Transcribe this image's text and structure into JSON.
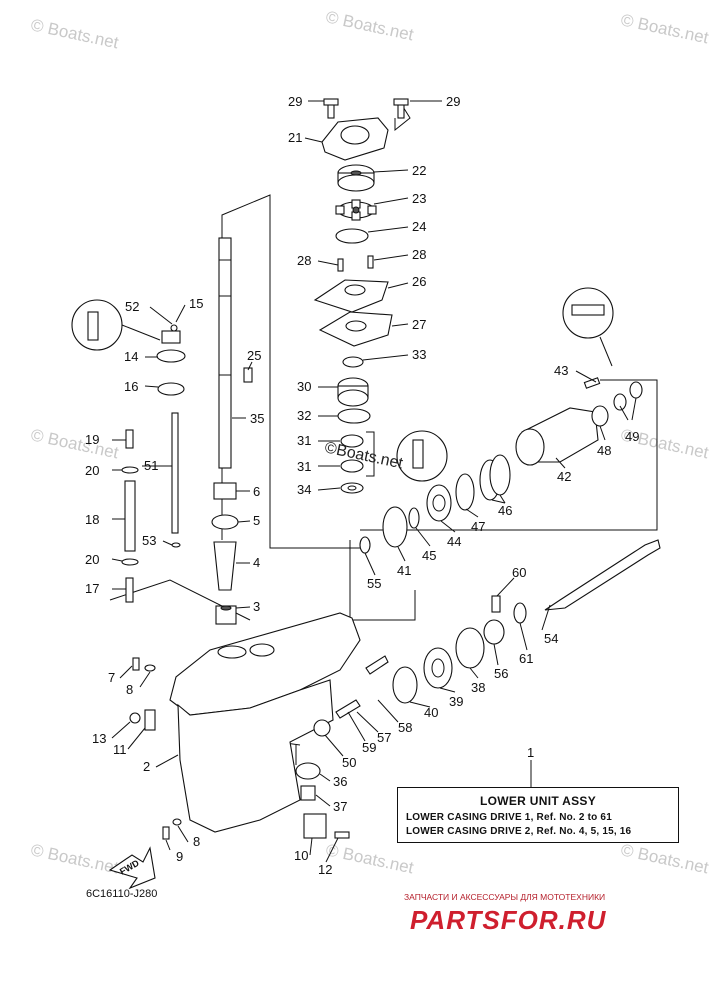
{
  "diagram_code": "6C16110-J280",
  "note": {
    "callout": "1",
    "title": "LOWER UNIT ASSY",
    "line1": "LOWER CASING DRIVE 1,  Ref. No. 2 to 61",
    "line2": "LOWER CASING DRIVE 2,  Ref. No. 4, 5, 15, 16"
  },
  "fwd_label": "FWD",
  "watermark": "© Boats.net",
  "inline_watermark": "©Boats.net",
  "ad": {
    "tagline": "ЗАПЧАСТИ И АКСЕССУАРЫ ДЛЯ МОТОТЕХНИКИ",
    "logo": "PARTSFOR.RU"
  },
  "callouts": {
    "c29a": "29",
    "c29b": "29",
    "c21": "21",
    "c22": "22",
    "c23": "23",
    "c24": "24",
    "c28a": "28",
    "c28b": "28",
    "c26": "26",
    "c27": "27",
    "c33": "33",
    "c30": "30",
    "c32": "32",
    "c31a": "31",
    "c31b": "31",
    "c34": "34",
    "c52": "52",
    "c15": "15",
    "c14": "14",
    "c16": "16",
    "c25": "25",
    "c35": "35",
    "c19": "19",
    "c20a": "20",
    "c51": "51",
    "c18": "18",
    "c53": "53",
    "c20b": "20",
    "c17": "17",
    "c6": "6",
    "c5": "5",
    "c4": "4",
    "c3": "3",
    "c43": "43",
    "c49": "49",
    "c48": "48",
    "c42": "42",
    "c46": "46",
    "c47": "47",
    "c44": "44",
    "c45": "45",
    "c41": "41",
    "c55": "55",
    "c60": "60",
    "c54": "54",
    "c61": "61",
    "c56": "56",
    "c38": "38",
    "c39": "39",
    "c40": "40",
    "c58": "58",
    "c57": "57",
    "c59": "59",
    "c50": "50",
    "c36": "36",
    "c37": "37",
    "c7": "7",
    "c8a": "8",
    "c13": "13",
    "c11": "11",
    "c2": "2",
    "c8b": "8",
    "c9": "9",
    "c10": "10",
    "c12": "12"
  }
}
